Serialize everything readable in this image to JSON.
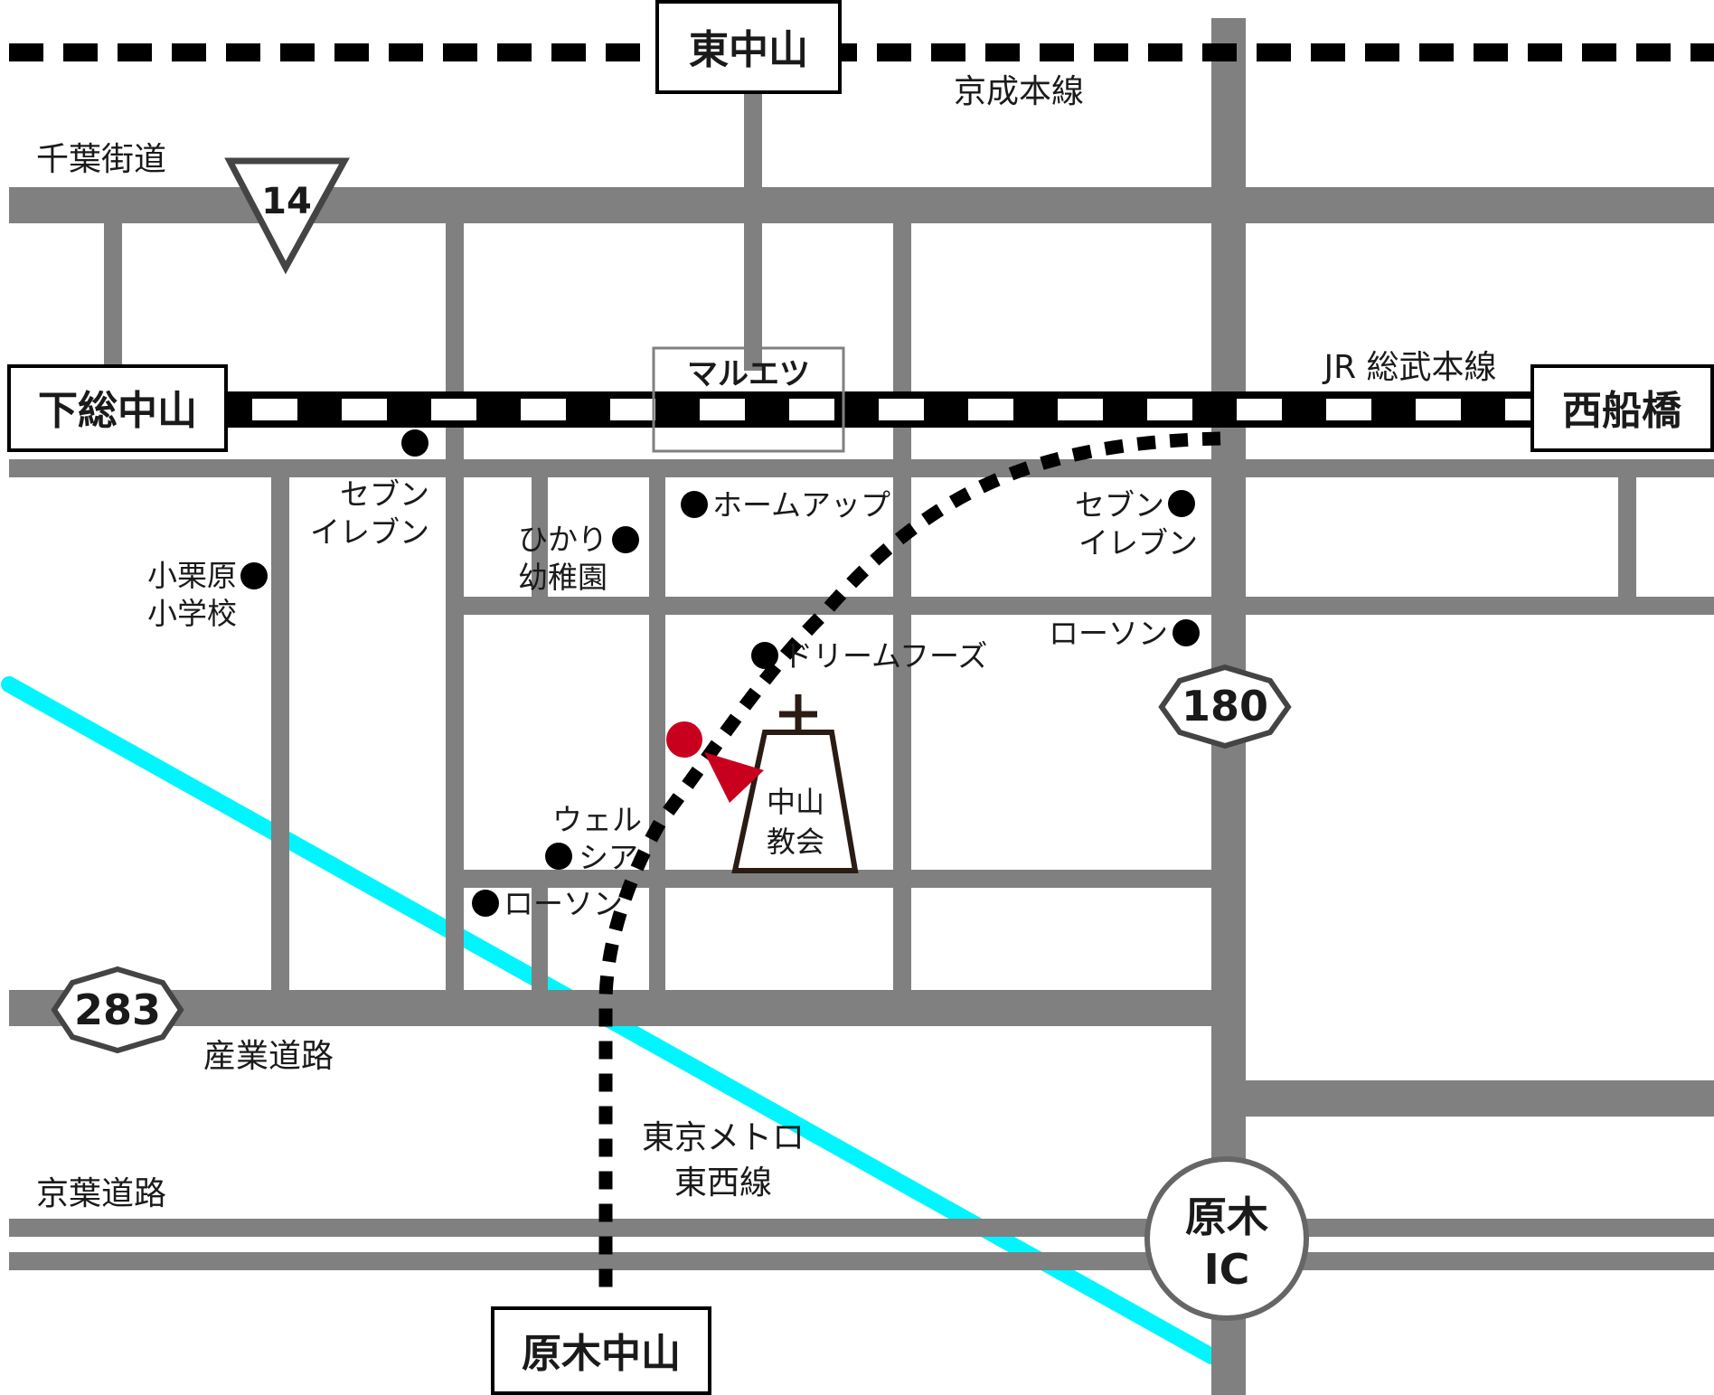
{
  "stations": {
    "higashi_nakayama": "東中山",
    "shimousa_nakayama": "下総中山",
    "nishi_funabashi": "西船橋",
    "baraki_nakayama": "原木中山"
  },
  "rail_lines": {
    "keisei": "京成本線",
    "jr_sobu": "JR 総武本線",
    "tozai_line1": "東京メトロ",
    "tozai_line2": "東西線"
  },
  "roads": {
    "chiba_kaido": "千葉街道",
    "sangyo_doro": "産業道路",
    "keiyo_doro": "京葉道路"
  },
  "route_signs": {
    "r14": "14",
    "r180": "180",
    "r283": "283"
  },
  "interchange": {
    "line1": "原木",
    "line2": "IC"
  },
  "landmarks": {
    "maruetsu": "マルエツ",
    "seven_left_1": "セブン",
    "seven_left_2": "イレブン",
    "seven_right_1": "セブン",
    "seven_right_2": "イレブン",
    "oguribara_1": "小栗原",
    "oguribara_2": "小学校",
    "hikari_1": "ひかり",
    "hikari_2": "幼稚園",
    "homeup": "ホームアップ",
    "dreamfoods": "ドリームフーズ",
    "lawson_right": "ローソン",
    "wellcia_1": "ウェル",
    "wellcia_2": "シア",
    "lawson_left": "ローソン"
  },
  "church": {
    "line1": "中山",
    "line2": "教会"
  },
  "colors": {
    "road": "#808080",
    "rail": "#000000",
    "subway": "#00f5ff",
    "marker": "#c8001e",
    "church_outline": "#2a1c14"
  },
  "icons": {
    "stores": "black-dot-icon",
    "entrance": "red-pin-icon",
    "church": "cross-icon"
  }
}
